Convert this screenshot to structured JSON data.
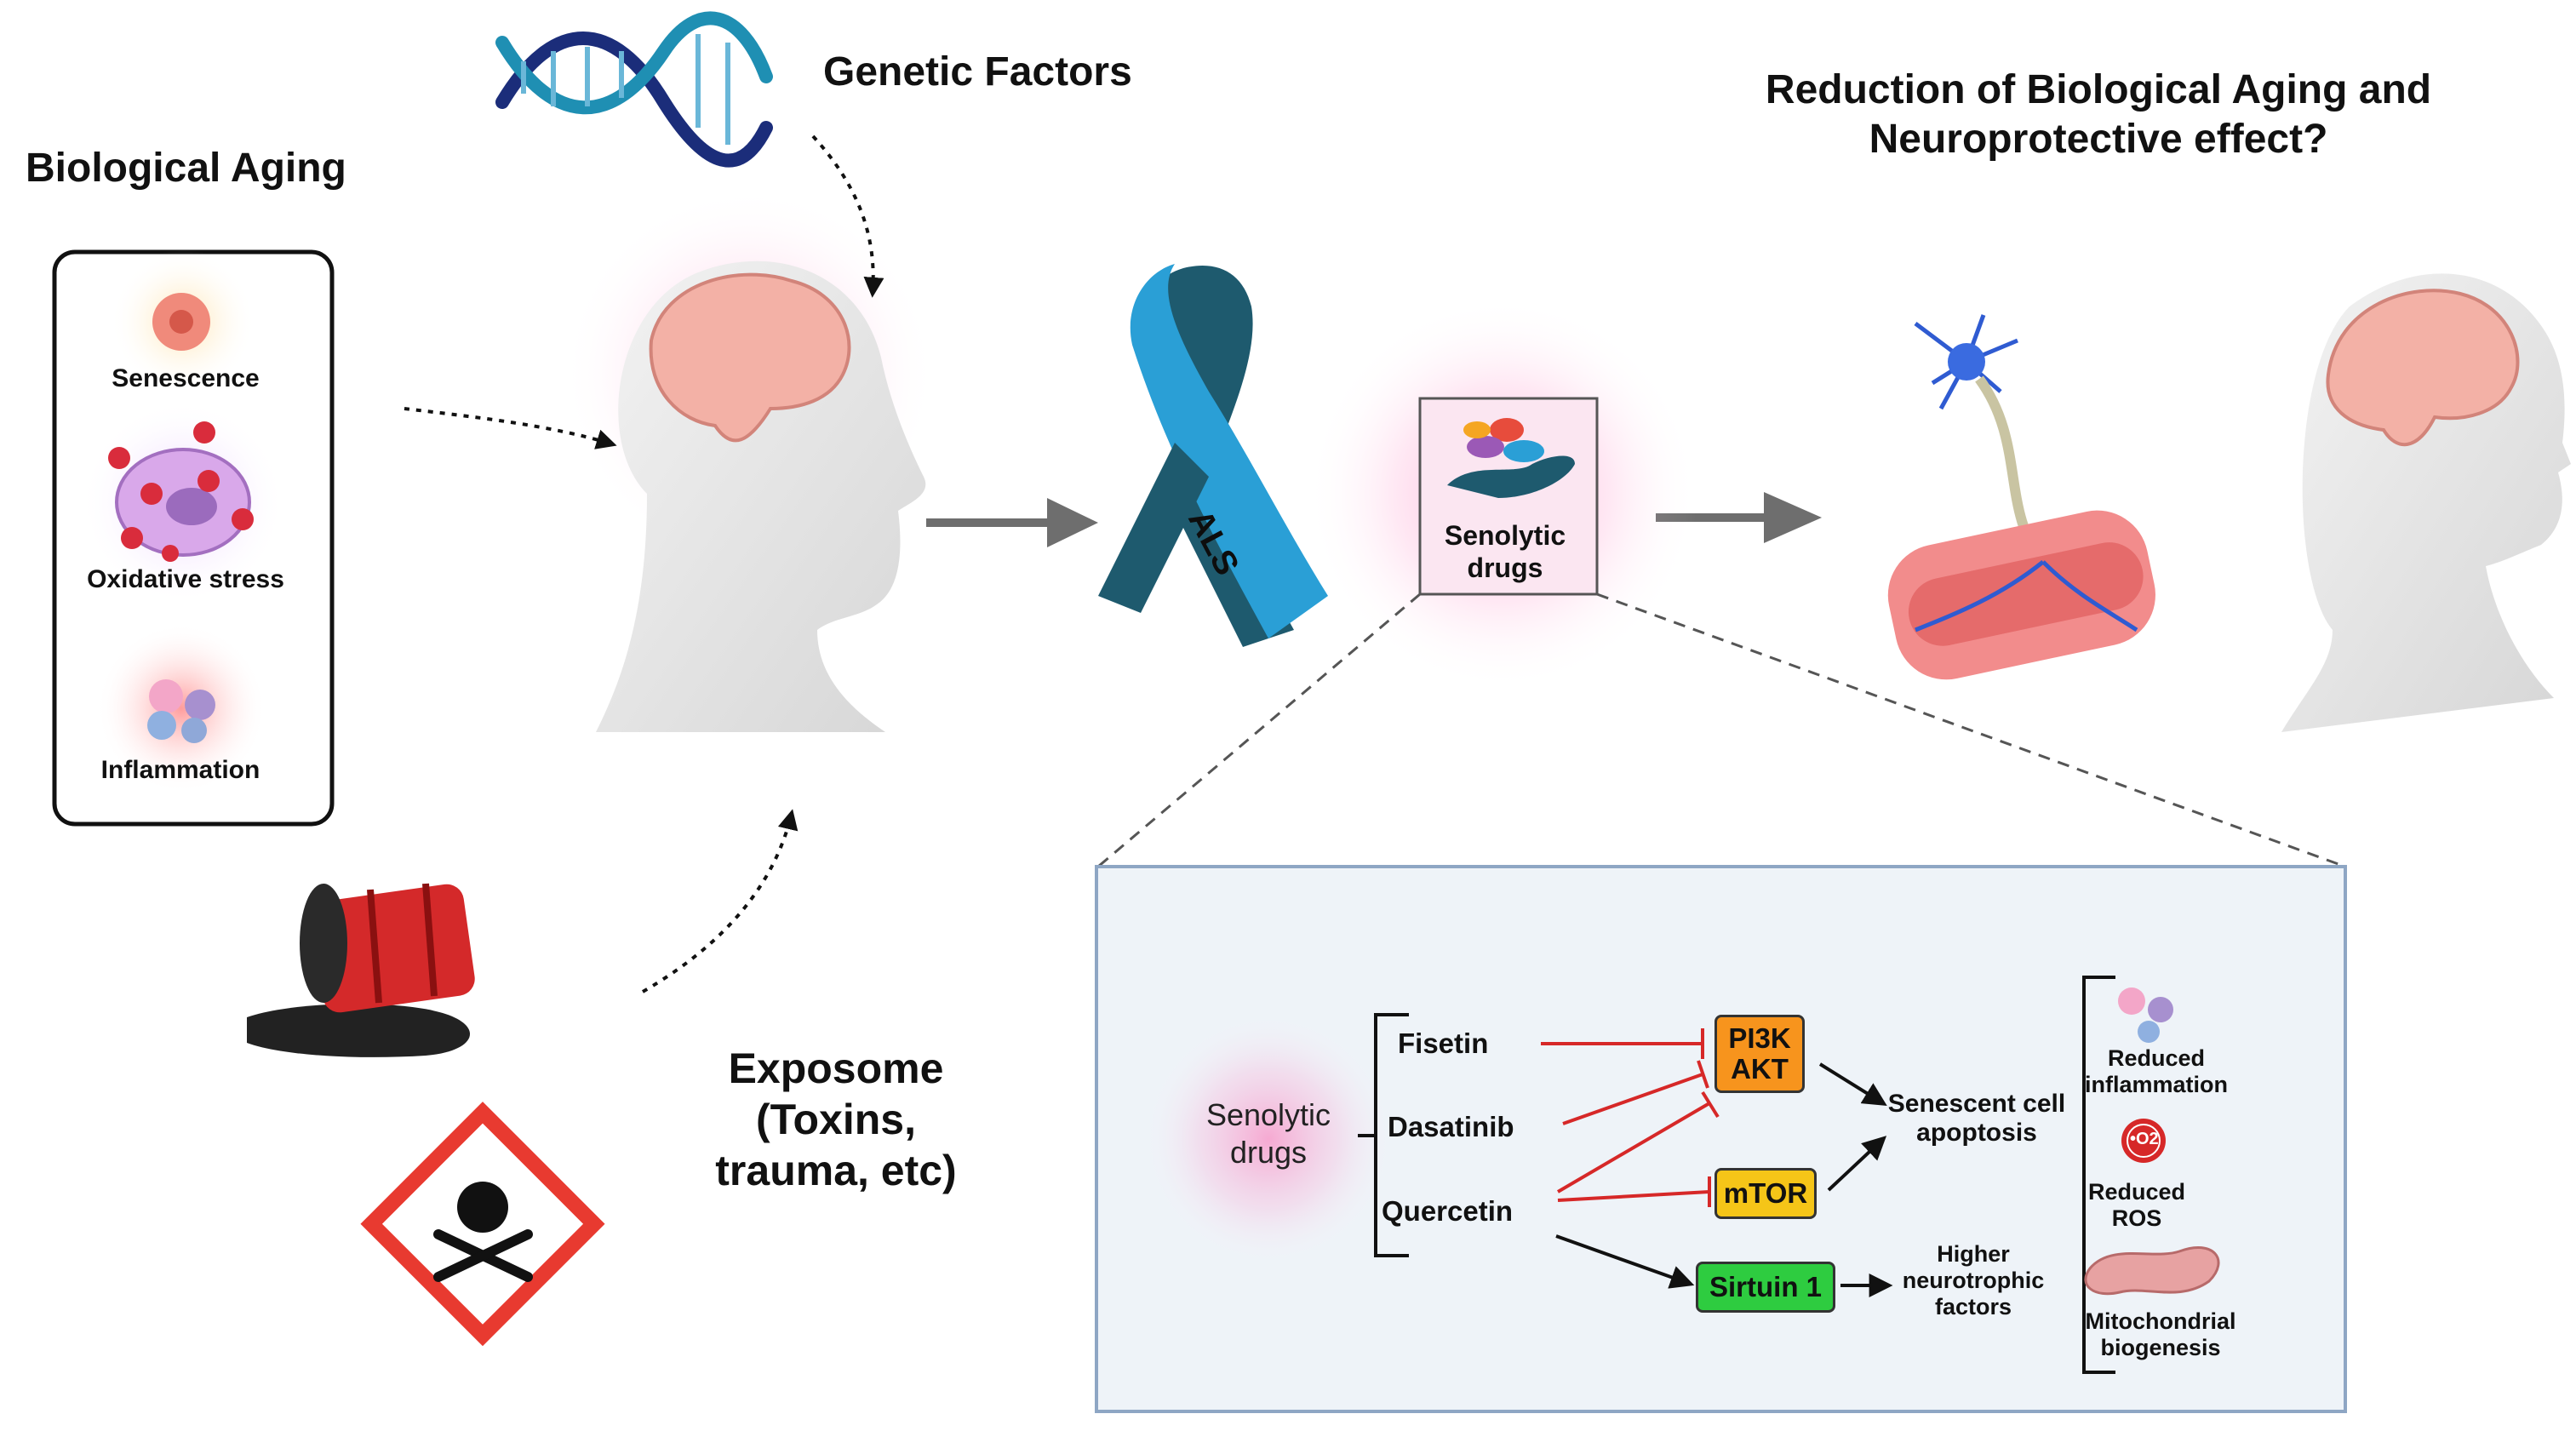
{
  "titles": {
    "biological_aging": "Biological Aging",
    "genetic_factors": "Genetic Factors",
    "reduction": "Reduction of Biological Aging and Neuroprotective effect?",
    "exposome": "Exposome (Toxins, trauma, etc)"
  },
  "aging_box": {
    "senescence": "Senescence",
    "oxidative_stress": "Oxidative stress",
    "inflammation": "Inflammation"
  },
  "ribbon_label": "ALS",
  "senolytic_card": "Senolytic drugs",
  "detail": {
    "group_label": "Senolytic drugs",
    "drugs": [
      "Fisetin",
      "Dasatinib",
      "Quercetin"
    ],
    "targets": {
      "pi3k": "PI3K AKT",
      "mtor": "mTOR",
      "sirtuin": "Sirtuin 1"
    },
    "outcomes": {
      "apoptosis": "Senescent cell apoptosis",
      "neurotrophic": "Higher neurotrophic factors"
    },
    "effects": {
      "inflammation": "Reduced inflammation",
      "ros": "Reduced ROS",
      "ros_icon_text": "•O2",
      "mito": "Mitochondrial biogenesis"
    }
  },
  "colors": {
    "pi3k": "#f7941d",
    "mtor": "#f5c518",
    "sirtuin": "#2ecc40",
    "inhibit": "#d62828",
    "ribbon_dark": "#1e5a6e",
    "ribbon_light": "#2a9fd6",
    "detail_bg": "#eef3f8",
    "detail_border": "#8ea6c4"
  }
}
